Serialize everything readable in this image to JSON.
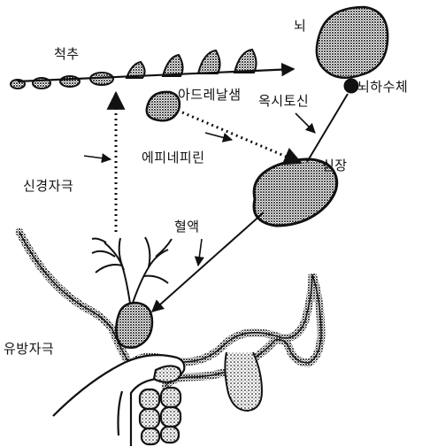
{
  "labels": {
    "spine": "척추",
    "brain": "뇌",
    "pituitary": "뇌하수체",
    "adrenal": "아드레날샘",
    "oxytocin": "옥시토신",
    "epinephrine": "에피네피린",
    "heart": "심장",
    "nerve_stimulus": "신경자극",
    "blood": "혈액",
    "nursing_stimulus": "유방자극"
  },
  "colors": {
    "ink": "#111111",
    "stipple": "#1a1a1a",
    "paper": "#ffffff"
  }
}
